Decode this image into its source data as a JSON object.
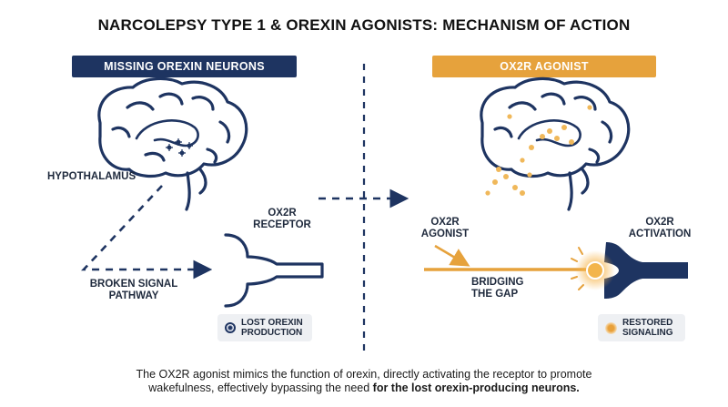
{
  "title": "NARCOLEPSY TYPE 1 & OREXIN AGONISTS: MECHANISM OF ACTION",
  "left_panel": {
    "header": "MISSING OREXIN NEURONS",
    "hypothalamus_label": "HYPOTHALAMUS",
    "receptor_label_1": "OX2R",
    "receptor_label_2": "RECEPTOR",
    "broken_label_1": "BROKEN SIGNAL",
    "broken_label_2": "PATHWAY",
    "legend_1": "LOST OREXIN",
    "legend_2": "PRODUCTION"
  },
  "right_panel": {
    "header": "OX2R AGONIST",
    "agonist_label_1": "OX2R",
    "agonist_label_2": "AGONIST",
    "activation_label_1": "OX2R",
    "activation_label_2": "ACTIVATION",
    "bridging_label_1": "BRIDGING",
    "bridging_label_2": "THE GAP",
    "legend_1": "RESTORED",
    "legend_2": "SIGNALING"
  },
  "caption": {
    "line1": "The OX2R agonist mimics the function of orexin, directly activating the receptor to promote",
    "line2_regular": "wakefulness, effectively bypassing the need ",
    "line2_bold": "for the lost orexin-producing neurons."
  },
  "colors": {
    "navy": "#1e3461",
    "orange": "#e6a23c",
    "legend_bg": "#eef0f3"
  }
}
